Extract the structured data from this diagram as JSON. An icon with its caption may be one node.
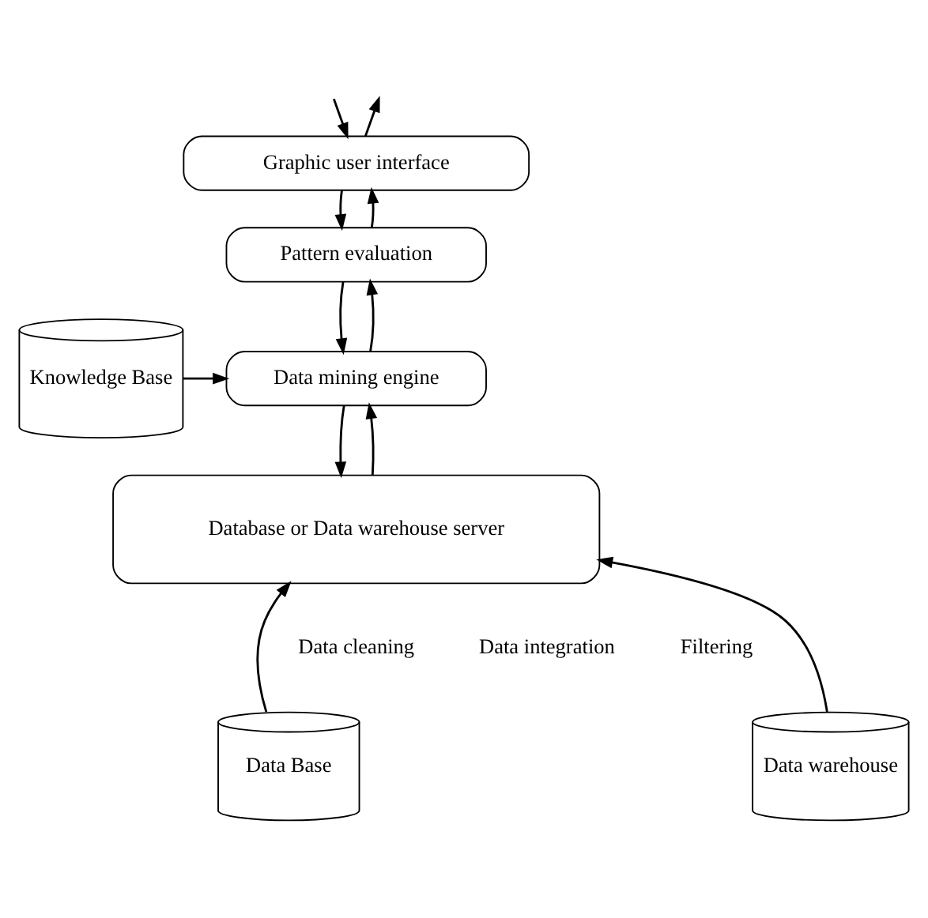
{
  "diagram": {
    "nodes": [
      {
        "text": [
          "Graphic user interface"
        ]
      },
      {
        "text": [
          "Pattern evaluation"
        ]
      },
      {
        "text": [
          "Data mining engine"
        ]
      },
      {
        "text": [
          "Knowledge Base"
        ]
      },
      {
        "text": [
          "Database or Data warehouse server"
        ]
      },
      {
        "text": [
          "Data Base"
        ]
      },
      {
        "text": [
          "Data warehouse"
        ]
      }
    ],
    "edges": [
      {
        "from": null,
        "to": 0,
        "arrow": "to"
      },
      {
        "from": 0,
        "to": null,
        "arrow": "to"
      },
      {
        "from": 0,
        "to": 1,
        "arrow": "to"
      },
      {
        "from": 1,
        "to": 0,
        "arrow": "to"
      },
      {
        "from": 1,
        "to": 2,
        "arrow": "to"
      },
      {
        "from": 2,
        "to": 1,
        "arrow": "to"
      },
      {
        "from": 3,
        "to": 2,
        "arrow": "to"
      },
      {
        "from": 2,
        "to": 4,
        "arrow": "to"
      },
      {
        "from": 4,
        "to": 2,
        "arrow": "to"
      },
      {
        "from": 5,
        "to": 4,
        "arrow": "to"
      },
      {
        "from": 6,
        "to": 4,
        "arrow": "to"
      }
    ],
    "labels": [
      "Data cleaning",
      "Data integration",
      "Filtering"
    ]
  }
}
